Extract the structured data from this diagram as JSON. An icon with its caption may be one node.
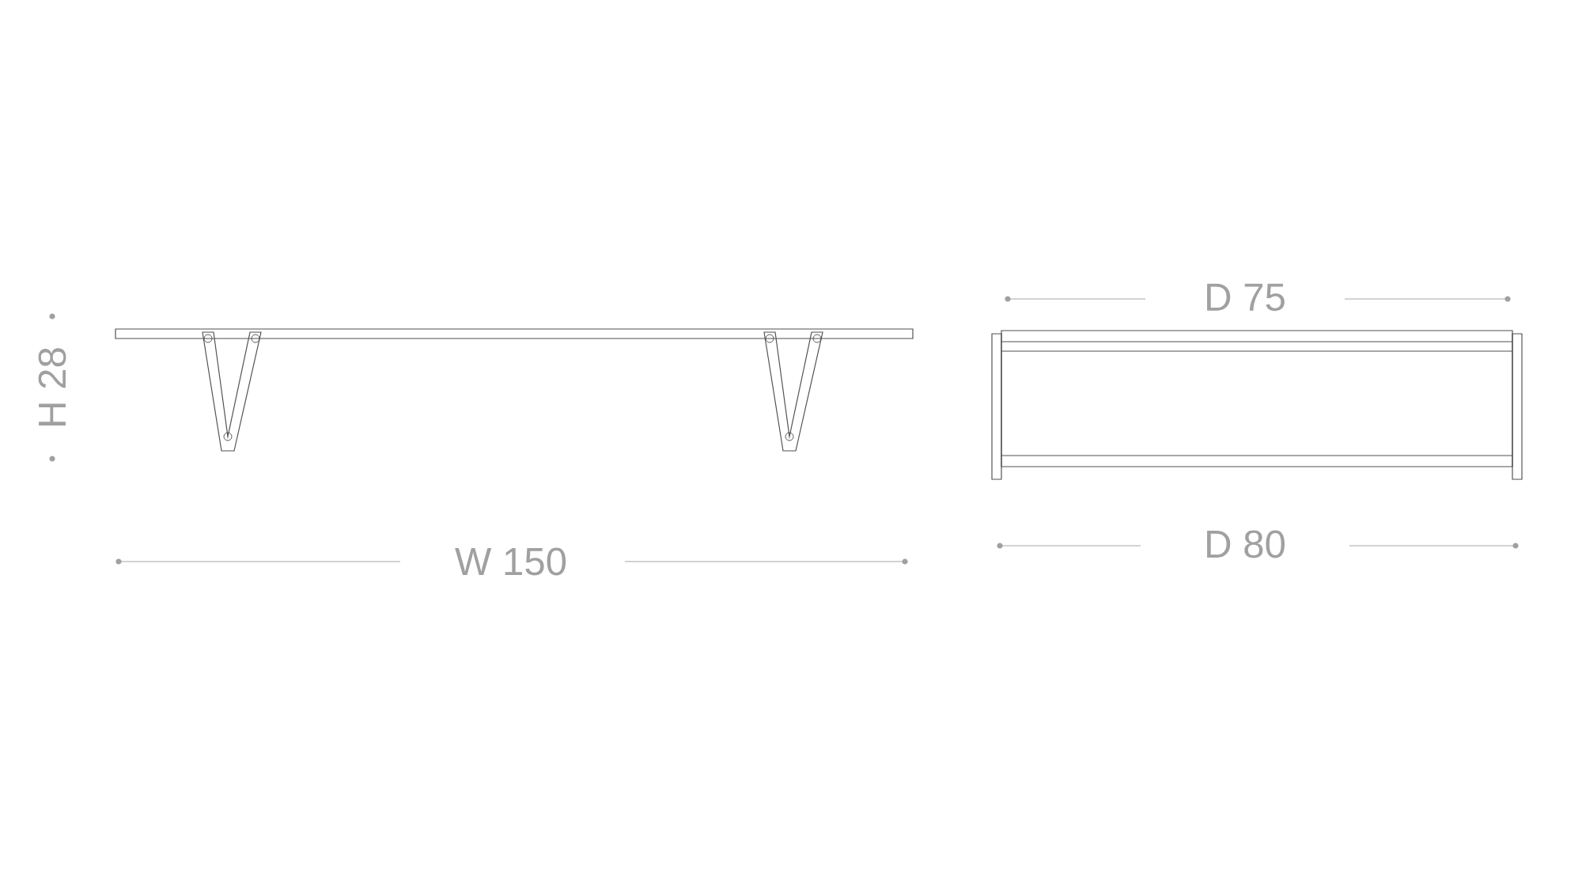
{
  "diagram": {
    "labels": [
      "H 28",
      "W 150",
      "D 75",
      "D 80"
    ]
  }
}
